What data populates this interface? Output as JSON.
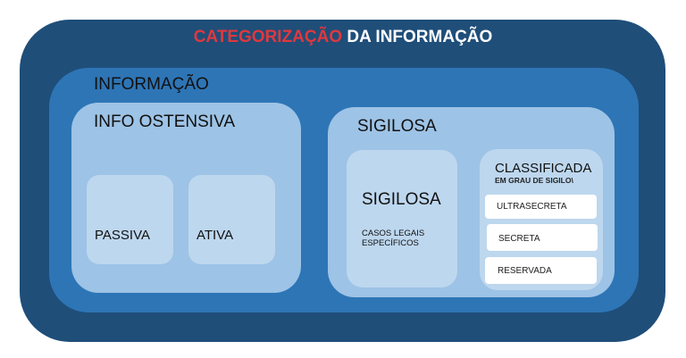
{
  "title": {
    "highlight": "CATEGORIZAÇÃO",
    "rest": " DA INFORMAÇÃO",
    "highlight_color": "#e0383e"
  },
  "colors": {
    "outer": "#1f4e79",
    "middle": "#2e75b6",
    "group": "#9dc3e6",
    "inner": "#bdd7ee",
    "item": "#ffffff"
  },
  "informacao": {
    "label": "INFORMAÇÃO",
    "ostensiva": {
      "label": "INFO OSTENSIVA",
      "children": [
        {
          "label": "PASSIVA"
        },
        {
          "label": "ATIVA"
        }
      ]
    },
    "sigilosa": {
      "label": "SIGILOSA",
      "sigilosa_inner": {
        "label": "SIGILOSA",
        "description": "CASOS LEGAIS ESPECÍFICOS"
      },
      "classificada": {
        "label": "CLASSIFICADA",
        "sublabel": "EM GRAU DE SIGILO\\",
        "levels": [
          {
            "label": "ULTRASECRETA"
          },
          {
            "label": "SECRETA"
          },
          {
            "label": "RESERVADA"
          }
        ]
      }
    }
  }
}
